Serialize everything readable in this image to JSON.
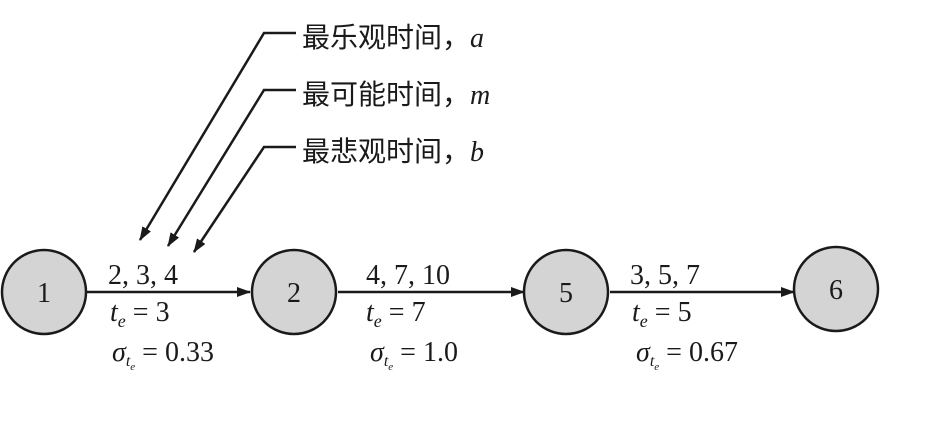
{
  "nodes": [
    {
      "label": "1"
    },
    {
      "label": "2"
    },
    {
      "label": "5"
    },
    {
      "label": "6"
    }
  ],
  "edges": [
    {
      "estimates": "2, 3, 4",
      "te_value": "3",
      "sigma_value": "0.33"
    },
    {
      "estimates": "4, 7, 10",
      "te_value": "7",
      "sigma_value": "1.0"
    },
    {
      "estimates": "3, 5, 7",
      "te_value": "5",
      "sigma_value": "0.67"
    }
  ],
  "callouts": [
    {
      "text": "最乐观时间，",
      "var": "a"
    },
    {
      "text": "最可能时间，",
      "var": "m"
    },
    {
      "text": "最悲观时间，",
      "var": "b"
    }
  ],
  "symbols": {
    "t": "t",
    "e": "e",
    "sigma": "σ",
    "equals": " = "
  },
  "colors": {
    "node_fill": "#d4d4d4",
    "stroke": "#1a1a1a"
  }
}
